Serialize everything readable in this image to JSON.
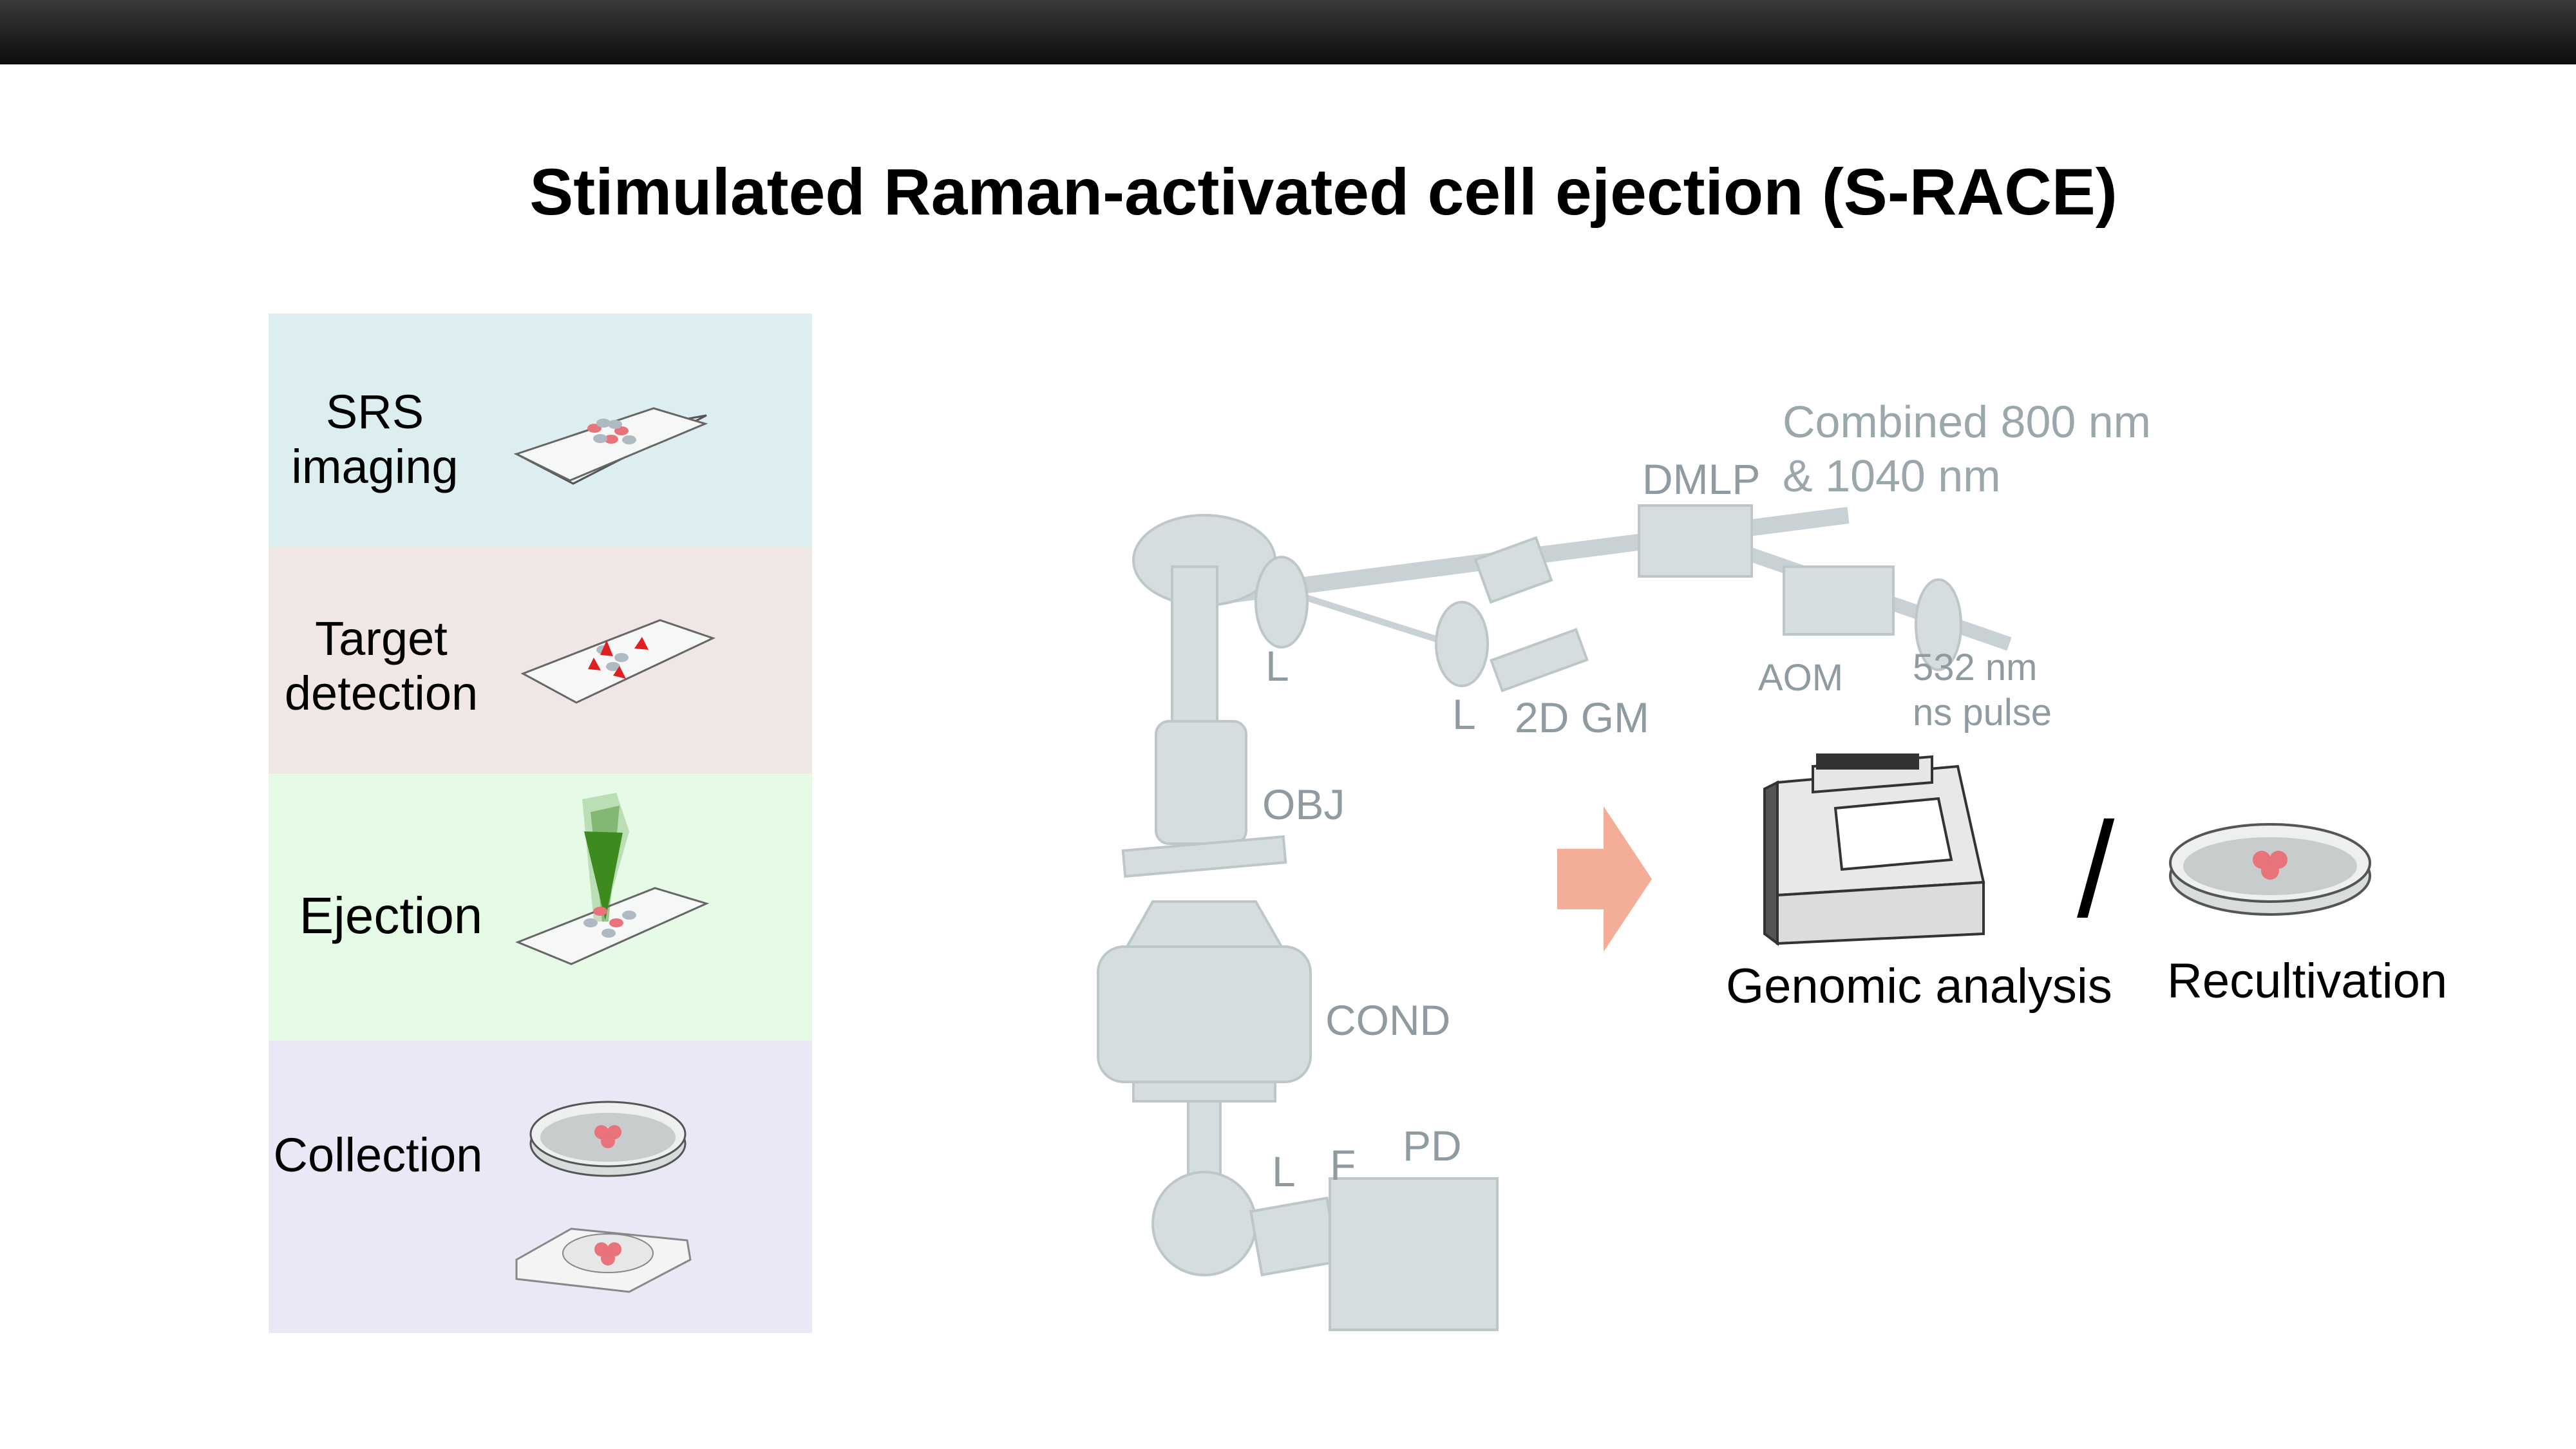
{
  "title": "Stimulated Raman-activated cell ejection (S-RACE)",
  "steps": [
    {
      "label_line1": "SRS",
      "label_line2": "imaging",
      "color": "#ddeef0"
    },
    {
      "label_line1": "Target",
      "label_line2": "detection",
      "color": "#f1e6e6"
    },
    {
      "label_line1": "Ejection",
      "label_line2": "",
      "color": "#e6fbe6"
    },
    {
      "label_line1": "Collection",
      "label_line2": "",
      "color": "#e9e8f6"
    }
  ],
  "setup_labels": {
    "laser_line1": "Combined 800 nm",
    "laser_line2": "& 1040 nm",
    "dmlp": "DMLP",
    "lens_1": "L",
    "lens_2": "L",
    "galvo": "2D GM",
    "aom": "AOM",
    "pulse_line1": "532 nm",
    "pulse_line2": "ns pulse",
    "objective": "OBJ",
    "condenser": "COND",
    "lens_3": "L",
    "filter": "F",
    "photodiode": "PD"
  },
  "outputs": {
    "genomic": "Genomic analysis",
    "separator": "/",
    "recultivation": "Recultivation"
  },
  "colors": {
    "arrow": "#f4ae98",
    "equipment": "#c9d3d5",
    "cells": "#e8737a",
    "target_marker": "#e02020",
    "ejection_cone": "#3d8a1e"
  }
}
